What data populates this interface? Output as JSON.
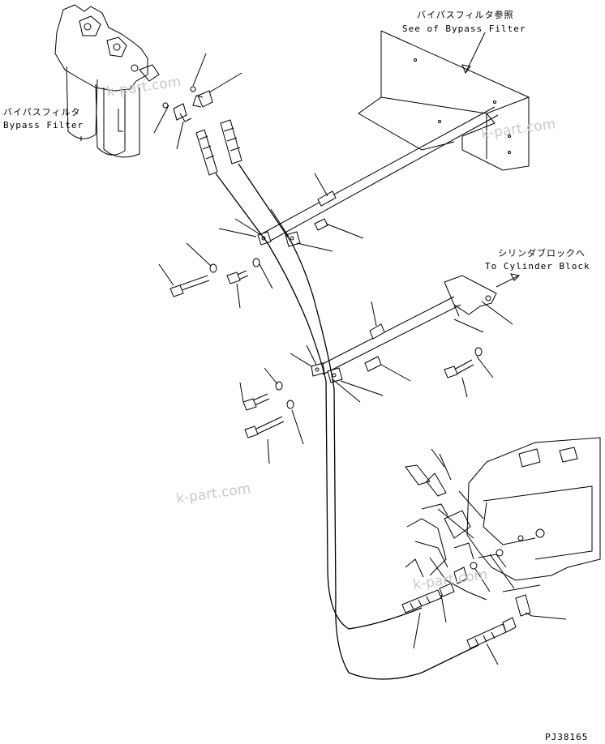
{
  "labels": {
    "bypass_filter_jp": "バイパスフィルタ",
    "bypass_filter_en": "Bypass Filter",
    "see_bypass_filter_jp": "バイパスフィルタ参照",
    "see_bypass_filter_en": "See of Bypass Filter",
    "to_cylinder_block_jp": "シリンダブロックへ",
    "to_cylinder_block_en": "To Cylinder Block",
    "drawing_number": "PJ38165"
  },
  "watermarks": [
    "k-part.com",
    "k-part.com",
    "k-part.com",
    "k-part.com"
  ]
}
